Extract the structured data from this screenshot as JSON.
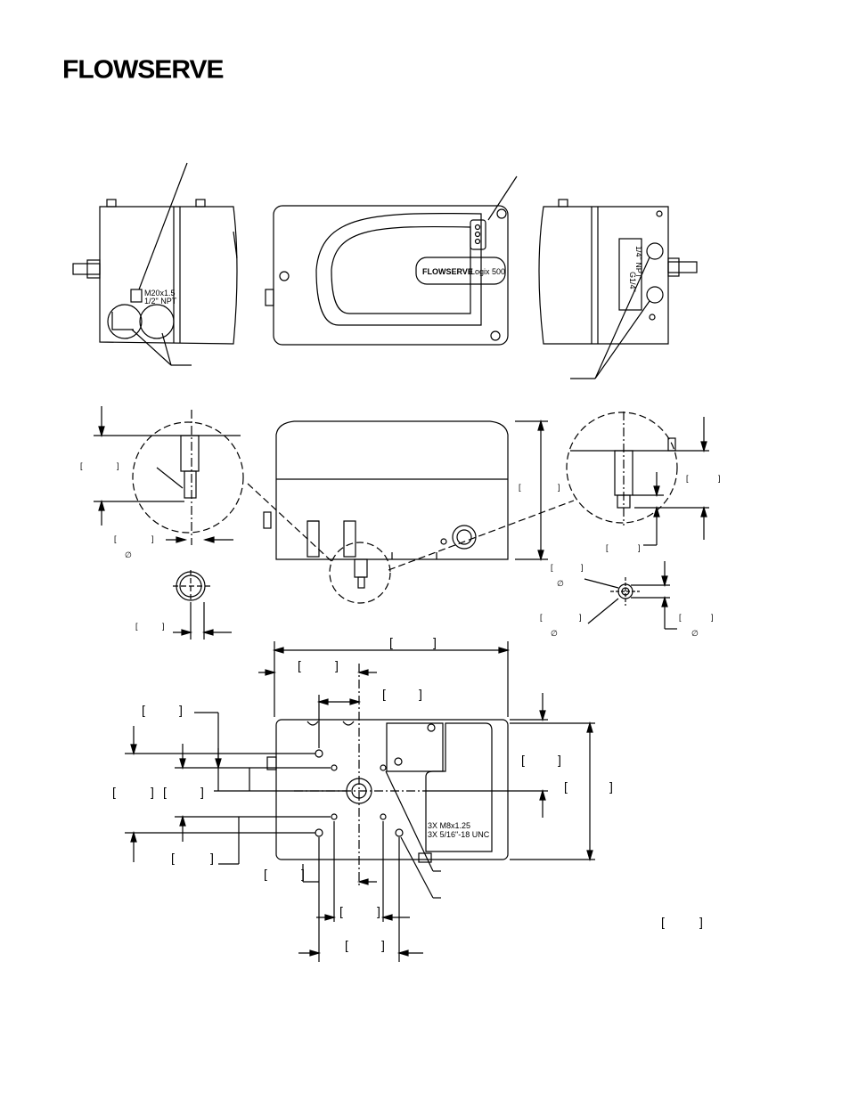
{
  "header": {
    "brand": "FLOWSERVE"
  },
  "views": {
    "front": {
      "badge_brand": "FLOWSERVE",
      "badge_model": "Logix 500"
    },
    "left": {
      "port_label_1": "M20x1.5",
      "port_label_2": "1/2\" NPT"
    },
    "right": {
      "port_label_1": "G1/4\"",
      "port_label_2": "1/4\" NPT"
    },
    "bottom": {
      "thread_label_1": "3X M8x1.25",
      "thread_label_2": "3X 5/16\"-18 UNC"
    }
  },
  "symbols": {
    "diameter": "∅"
  }
}
